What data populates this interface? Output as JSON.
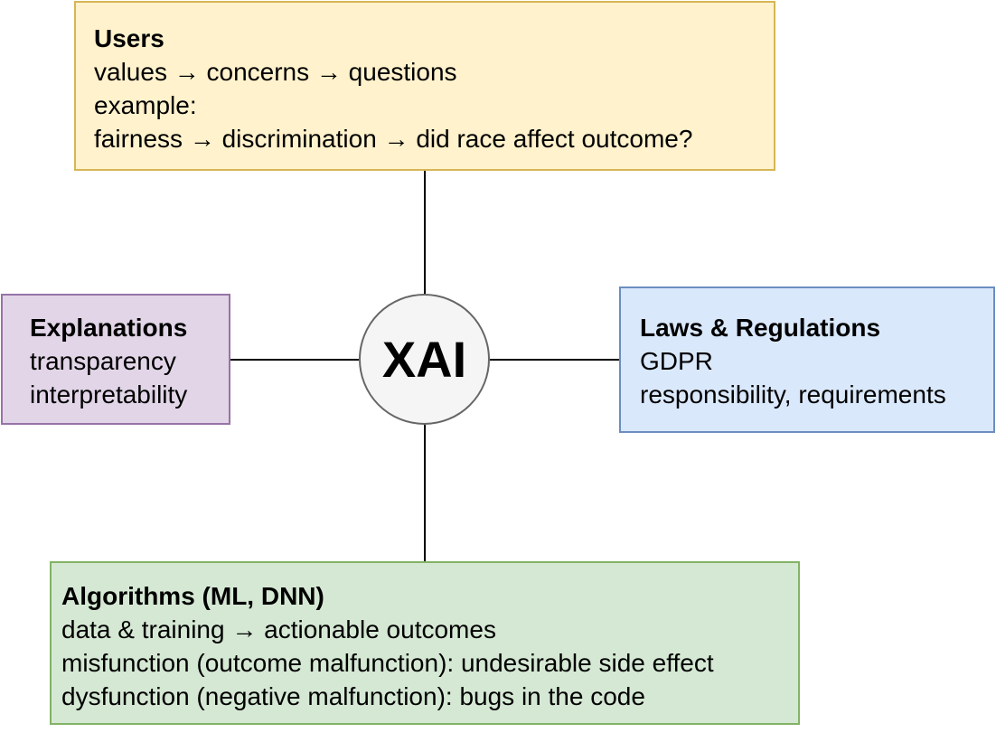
{
  "center": {
    "label": "XAI",
    "fill": "#f5f5f5",
    "stroke": "#666666"
  },
  "users": {
    "title": "Users",
    "lines": [
      "values → concerns → questions",
      "example:",
      "fairness → discrimination → did race affect outcome?"
    ],
    "fill": "#fff2cc",
    "stroke": "#d6b656"
  },
  "explanations": {
    "title": "Explanations",
    "lines": [
      "transparency",
      "interpretability"
    ],
    "fill": "#e1d5e7",
    "stroke": "#9673a6"
  },
  "laws": {
    "title": "Laws & Regulations",
    "lines": [
      "GDPR",
      "responsibility, requirements"
    ],
    "fill": "#dae8fc",
    "stroke": "#6c8ebf"
  },
  "algorithms": {
    "title": "Algorithms (ML, DNN)",
    "lines": [
      "data & training → actionable outcomes",
      "misfunction (outcome malfunction): undesirable side effect",
      "dysfunction (negative malfunction): bugs in the code"
    ],
    "fill": "#d5e8d4",
    "stroke": "#82b366"
  }
}
